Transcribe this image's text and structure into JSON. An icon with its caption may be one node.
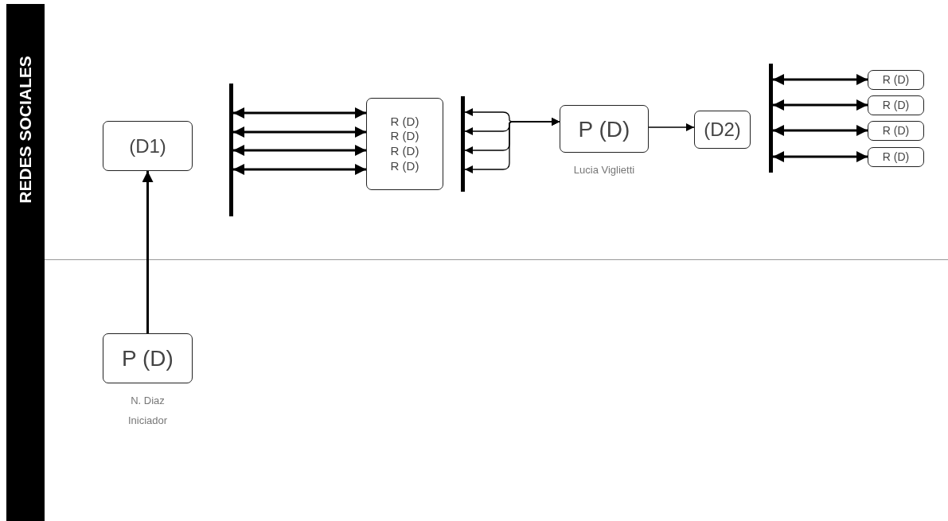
{
  "diagram": {
    "nodes": [
      {
        "text": [
          "REDES SOCIALES"
        ]
      },
      {
        "text": [
          "(D1)"
        ]
      },
      {
        "text": [
          "P (D)"
        ],
        "beside": [
          "N. Diaz",
          "Iniciador"
        ]
      },
      {
        "text": [],
        "shape": "bar"
      },
      {
        "text": [
          "R (D)",
          "R (D)",
          "R (D)",
          "R (D)"
        ]
      },
      {
        "text": [],
        "shape": "bar"
      },
      {
        "text": [
          "P (D)"
        ],
        "beside": [
          "Lucia Viglietti"
        ]
      },
      {
        "text": [
          "(D2)"
        ]
      },
      {
        "text": [],
        "shape": "bar"
      },
      {
        "text": [
          "R (D)"
        ]
      },
      {
        "text": [
          "R (D)"
        ]
      },
      {
        "text": [
          "R (D)"
        ]
      },
      {
        "text": [
          "R (D)"
        ]
      }
    ],
    "edges": [
      {
        "from": 2,
        "to": 1,
        "arrow": "to"
      },
      {
        "from": 3,
        "to": 4,
        "arrow": "both"
      },
      {
        "from": 3,
        "to": 4,
        "arrow": "both"
      },
      {
        "from": 3,
        "to": 4,
        "arrow": "both"
      },
      {
        "from": 3,
        "to": 4,
        "arrow": "both"
      },
      {
        "from": 5,
        "to": 6,
        "arrow": "both"
      },
      {
        "from": 5,
        "to": 6,
        "arrow": "both"
      },
      {
        "from": 5,
        "to": 6,
        "arrow": "both"
      },
      {
        "from": 5,
        "to": 6,
        "arrow": "both"
      },
      {
        "from": 6,
        "to": 7,
        "arrow": "to"
      },
      {
        "from": 8,
        "to": 9,
        "arrow": "both"
      },
      {
        "from": 8,
        "to": 10,
        "arrow": "both"
      },
      {
        "from": 8,
        "to": 11,
        "arrow": "both"
      },
      {
        "from": 8,
        "to": 12,
        "arrow": "both"
      }
    ]
  }
}
